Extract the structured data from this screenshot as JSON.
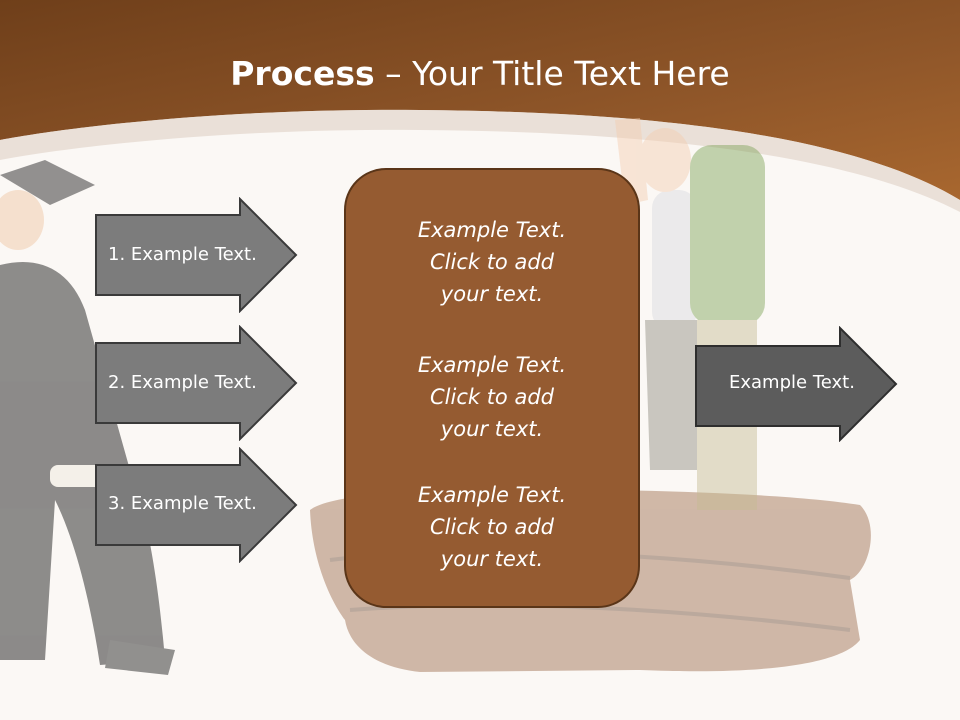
{
  "slide": {
    "title_bold": "Process",
    "title_rest": " – Your Title Text Here",
    "left_items": [
      {
        "label": "1. Example Text."
      },
      {
        "label": "2. Example Text."
      },
      {
        "label": "3. Example Text."
      }
    ],
    "center_paragraphs": [
      {
        "line1": "Example Text.",
        "line2": "Click  to add",
        "line3": "your text."
      },
      {
        "line1": "Example Text.",
        "line2": "Click  to add",
        "line3": "your text."
      },
      {
        "line1": "Example Text.",
        "line2": "Click  to add",
        "line3": "your text."
      }
    ],
    "right_item": {
      "label": "Example Text."
    }
  },
  "colors": {
    "header_brown": "#8a5226",
    "center_box": "#955b31",
    "left_arrow_fill": "#7c7c7c",
    "right_arrow_fill": "#5c5c5c"
  }
}
